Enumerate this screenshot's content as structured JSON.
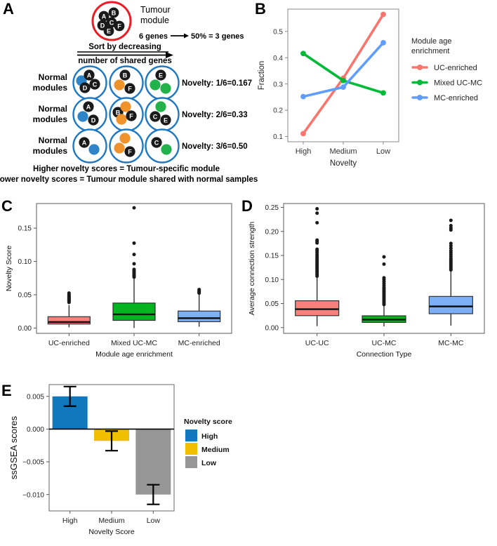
{
  "panels": {
    "A": {
      "label": "A",
      "tumour_module_title_line1": "Tumour",
      "tumour_module_title_line2": "module",
      "genes_note": "6 genes",
      "genes_note2": "50% = 3 genes",
      "sort_line1": "Sort by decreasing",
      "sort_line2": "number of shared genes",
      "normal_label_line1": "Normal",
      "normal_label_line2": "modules",
      "tumour_genes": [
        "A",
        "B",
        "C",
        "D",
        "E",
        "F"
      ],
      "rows": [
        {
          "novelty_text": "Novelty: 1/6=0.167",
          "modules": [
            {
              "nodes": [
                {
                  "t": "",
                  "c": "blue"
                },
                {
                  "t": "A",
                  "c": "black"
                },
                {
                  "t": "D",
                  "c": "black"
                },
                {
                  "t": "C",
                  "c": "black"
                }
              ]
            },
            {
              "nodes": [
                {
                  "t": "B",
                  "c": "black"
                },
                {
                  "t": "",
                  "c": "orange"
                },
                {
                  "t": "F",
                  "c": "black"
                }
              ]
            },
            {
              "nodes": [
                {
                  "t": "E",
                  "c": "black"
                },
                {
                  "t": "",
                  "c": "green"
                },
                {
                  "t": "",
                  "c": "green"
                }
              ]
            }
          ]
        },
        {
          "novelty_text": "Novelty: 2/6=0.33",
          "modules": [
            {
              "nodes": [
                {
                  "t": "A",
                  "c": "black"
                },
                {
                  "t": "",
                  "c": "blue"
                },
                {
                  "t": "D",
                  "c": "black"
                }
              ]
            },
            {
              "nodes": [
                {
                  "t": "B",
                  "c": "black"
                },
                {
                  "t": "",
                  "c": "orange"
                },
                {
                  "t": "",
                  "c": "orange"
                },
                {
                  "t": "F",
                  "c": "black"
                }
              ]
            },
            {
              "nodes": [
                {
                  "t": "",
                  "c": "green"
                },
                {
                  "t": "C",
                  "c": "black"
                },
                {
                  "t": "E",
                  "c": "black"
                }
              ]
            }
          ]
        },
        {
          "novelty_text": "Novelty: 3/6=0.50",
          "modules": [
            {
              "nodes": [
                {
                  "t": "A",
                  "c": "black"
                },
                {
                  "t": "",
                  "c": "blue"
                }
              ]
            },
            {
              "nodes": [
                {
                  "t": "",
                  "c": "orange"
                },
                {
                  "t": "",
                  "c": "orange"
                },
                {
                  "t": "F",
                  "c": "black"
                }
              ]
            },
            {
              "nodes": [
                {
                  "t": "C",
                  "c": "black"
                },
                {
                  "t": "",
                  "c": "green"
                }
              ]
            }
          ]
        }
      ],
      "conclusion_line1": "Higher novelty scores = Tumour-specific module",
      "conclusion_line2": "Lower novelty scores = Tumour module shared with normal samples"
    },
    "B": {
      "label": "B"
    },
    "C": {
      "label": "C"
    },
    "D": {
      "label": "D"
    },
    "E": {
      "label": "E"
    }
  },
  "colors": {
    "red": "#F8766D",
    "green": "#00BA38",
    "blue": "#619CFF",
    "box_red": "#F8807A",
    "box_green": "#00B520",
    "box_blue": "#7CAFF5",
    "bar_blue": "#1278BE",
    "bar_yellow": "#EFBF00",
    "bar_gray": "#969696",
    "node_black": "#1A1A1A",
    "node_blue": "#2E84C8",
    "node_orange": "#F0922B",
    "node_green": "#22B24C",
    "tumour_ring": "#ED1C24",
    "normal_ring": "#1F78C1",
    "axis": "#7F7F7F"
  },
  "chart_data": [
    {
      "panel": "B",
      "type": "line",
      "title": "",
      "xlabel": "Novelty",
      "ylabel": "Fraction",
      "categories": [
        "High",
        "Medium",
        "Low"
      ],
      "ylim": [
        0.08,
        0.585
      ],
      "yticks": [
        0.1,
        0.2,
        0.3,
        0.4,
        0.5
      ],
      "ytick_labels": [
        "0.1",
        "0.2",
        "0.3",
        "0.4",
        "0.5"
      ],
      "grid": false,
      "legend_position": "right",
      "legend_title_line1": "Module age",
      "legend_title_line2": "enrichment",
      "series": [
        {
          "name": "UC-enriched",
          "color": "#F8766D",
          "values": [
            0.111,
            0.322,
            0.565
          ]
        },
        {
          "name": "Mixed UC-MC",
          "color": "#00BA38",
          "values": [
            0.416,
            0.313,
            0.266
          ]
        },
        {
          "name": "MC-enriched",
          "color": "#619CFF",
          "values": [
            0.252,
            0.288,
            0.457
          ]
        }
      ]
    },
    {
      "panel": "C",
      "type": "box",
      "title": "",
      "xlabel": "Module age enrichment",
      "ylabel": "Novelty Score",
      "categories": [
        "UC-enriched",
        "Mixed UC-MC",
        "MC-enriched"
      ],
      "ylim": [
        -0.008,
        0.187
      ],
      "yticks": [
        0.0,
        0.05,
        0.1,
        0.15
      ],
      "ytick_labels": [
        "0.00",
        "0.05",
        "0.10",
        "0.15"
      ],
      "grid": false,
      "boxes": [
        {
          "name": "UC-enriched",
          "color": "#F8807A",
          "min": 0.001,
          "q1": 0.006,
          "median": 0.009,
          "q3": 0.017,
          "max": 0.0345,
          "outliers": [
            0.0385,
            0.0398,
            0.0409,
            0.0418,
            0.0427,
            0.0437,
            0.0447,
            0.0458,
            0.0468,
            0.0479,
            0.0492,
            0.0507,
            0.0525
          ]
        },
        {
          "name": "Mixed UC-MC",
          "color": "#00B520",
          "min": 0.0,
          "q1": 0.0115,
          "median": 0.0205,
          "q3": 0.0375,
          "max": 0.0745,
          "outliers": [
            0.0765,
            0.0775,
            0.0788,
            0.08,
            0.0812,
            0.0828,
            0.0845,
            0.0862,
            0.088,
            0.0965,
            0.1105,
            0.1275,
            0.1805
          ]
        },
        {
          "name": "MC-enriched",
          "color": "#7CAFF5",
          "min": 0.002,
          "q1": 0.0095,
          "median": 0.0148,
          "q3": 0.0255,
          "max": 0.0505,
          "outliers": [
            0.0525,
            0.0535,
            0.0548,
            0.056,
            0.0578
          ]
        }
      ]
    },
    {
      "panel": "D",
      "type": "box",
      "title": "",
      "xlabel": "Connection Type",
      "ylabel": "Average connection strength",
      "categories": [
        "UC-UC",
        "UC-MC",
        "MC-MC"
      ],
      "ylim": [
        -0.012,
        0.258
      ],
      "yticks": [
        0.0,
        0.05,
        0.1,
        0.15,
        0.2,
        0.25
      ],
      "ytick_labels": [
        "0.00",
        "0.05",
        "0.10",
        "0.15",
        "0.20",
        "0.25"
      ],
      "grid": false,
      "boxes": [
        {
          "name": "UC-UC",
          "color": "#F8807A",
          "min": 0.003,
          "q1": 0.0248,
          "median": 0.0383,
          "q3": 0.0558,
          "max": 0.1055,
          "outliers": [
            0.107,
            0.11,
            0.113,
            0.116,
            0.119,
            0.122,
            0.125,
            0.128,
            0.131,
            0.134,
            0.137,
            0.14,
            0.143,
            0.146,
            0.149,
            0.152,
            0.156,
            0.16,
            0.163,
            0.176,
            0.179,
            0.182,
            0.218,
            0.238,
            0.247
          ]
        },
        {
          "name": "UC-MC",
          "color": "#00B520",
          "min": 0.0025,
          "q1": 0.0108,
          "median": 0.0165,
          "q3": 0.0245,
          "max": 0.0455,
          "outliers": [
            0.048,
            0.051,
            0.054,
            0.057,
            0.06,
            0.063,
            0.066,
            0.069,
            0.072,
            0.075,
            0.078,
            0.081,
            0.084,
            0.088,
            0.092,
            0.096,
            0.1,
            0.1035,
            0.132,
            0.147
          ]
        },
        {
          "name": "MC-MC",
          "color": "#7CAFF5",
          "min": 0.004,
          "q1": 0.0288,
          "median": 0.044,
          "q3": 0.0648,
          "max": 0.1185,
          "outliers": [
            0.12,
            0.123,
            0.126,
            0.129,
            0.132,
            0.135,
            0.138,
            0.141,
            0.144,
            0.148,
            0.152,
            0.156,
            0.16,
            0.165,
            0.17,
            0.175,
            0.203,
            0.207,
            0.212,
            0.223
          ]
        }
      ]
    },
    {
      "panel": "E",
      "type": "bar",
      "title": "",
      "xlabel": "Novelty Score",
      "ylabel": "ssGSEA scores",
      "categories": [
        "High",
        "Medium",
        "Low"
      ],
      "values": [
        0.005,
        -0.0018,
        -0.01
      ],
      "errors": [
        0.0015,
        0.0015,
        0.0015
      ],
      "colors": [
        "#1278BE",
        "#EFBF00",
        "#969696"
      ],
      "ylim": [
        -0.0125,
        0.0068
      ],
      "yticks": [
        0.005,
        0.0,
        -0.005,
        -0.01
      ],
      "ytick_labels": [
        "0.005",
        "0.000",
        "−0.005",
        "−0.010"
      ],
      "grid": false,
      "legend_position": "right",
      "legend_title": "Novelty score",
      "legend_items": [
        {
          "label": "High",
          "color": "#1278BE"
        },
        {
          "label": "Medium",
          "color": "#EFBF00"
        },
        {
          "label": "Low",
          "color": "#969696"
        }
      ]
    }
  ]
}
